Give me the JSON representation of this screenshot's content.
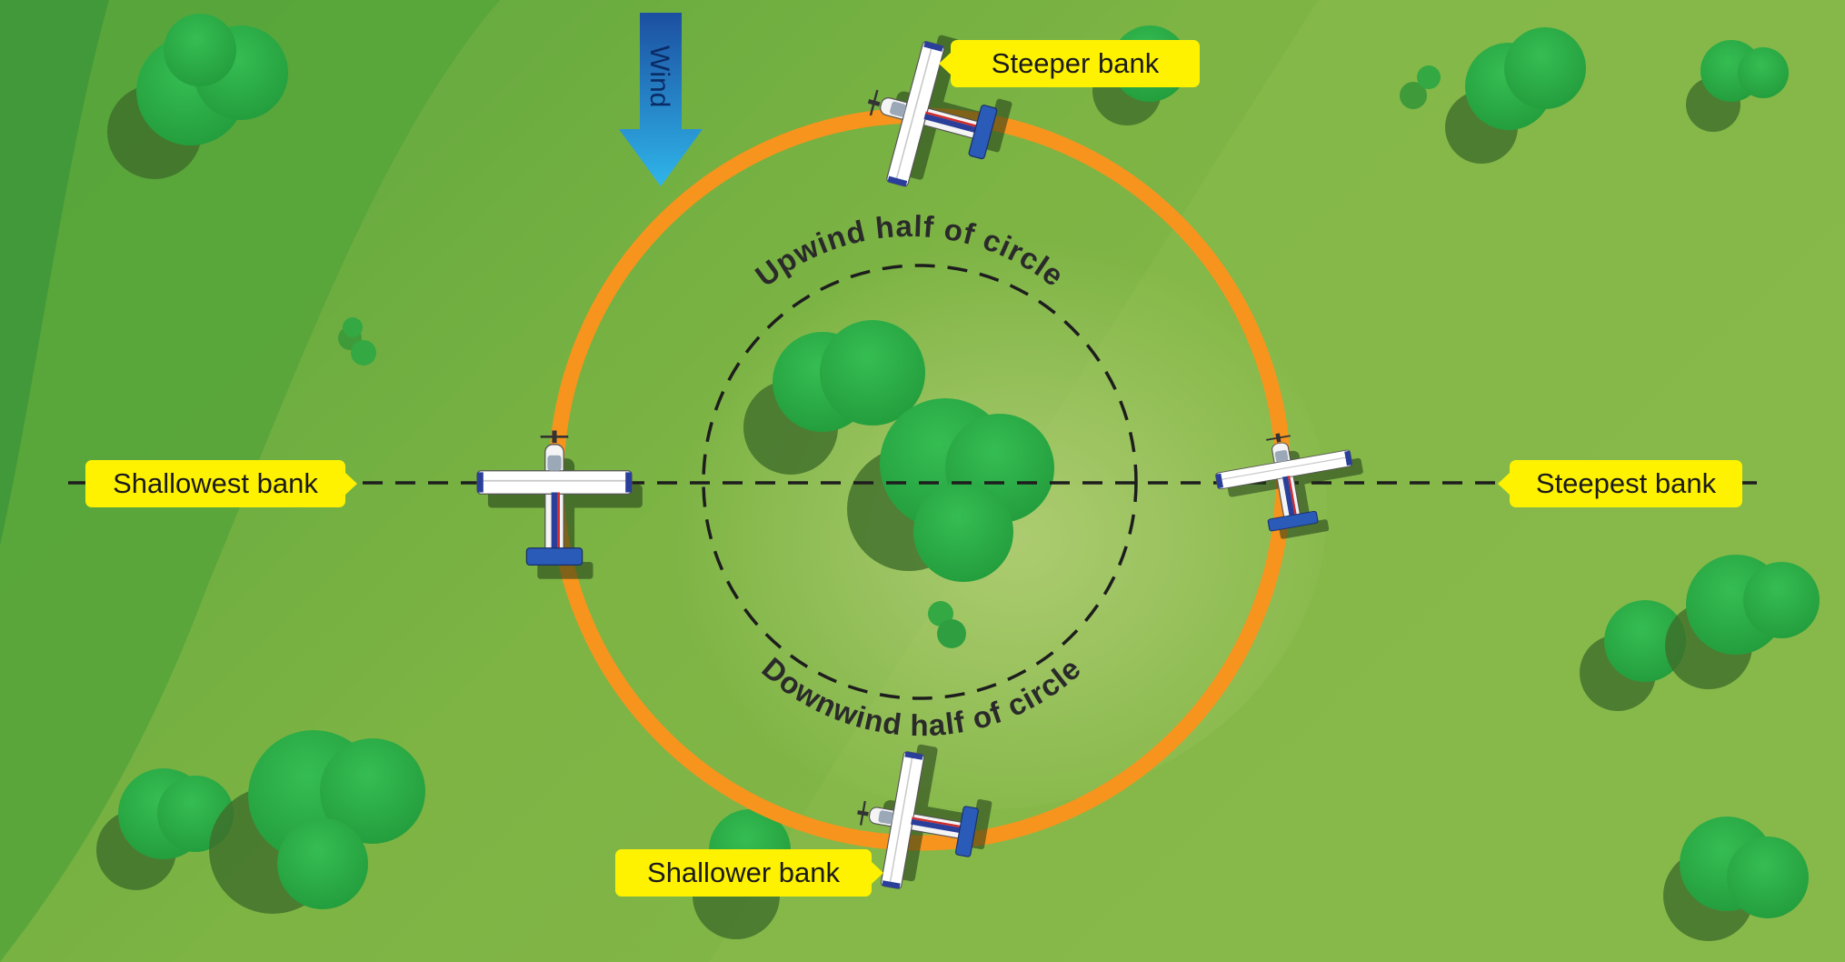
{
  "diagram": {
    "labels": {
      "wind": "Wind",
      "upwind_half": "Upwind half of circle",
      "downwind_half": "Downwind half of circle",
      "steeper_bank": "Steeper bank",
      "shallowest_bank": "Shallowest bank",
      "steepest_bank": "Steepest bank",
      "shallower_bank": "Shallower bank"
    },
    "colors": {
      "ground_dark": "#2f8a3c",
      "ground_light": "#9cc55c",
      "flight_path": "#f7941d",
      "callout": "#fff200",
      "wind_arrow_top": "#1c4fa0",
      "wind_arrow_bottom": "#2fb5ea",
      "tree": "#2db34a",
      "tree_shadow": "#3f6e2b"
    }
  }
}
